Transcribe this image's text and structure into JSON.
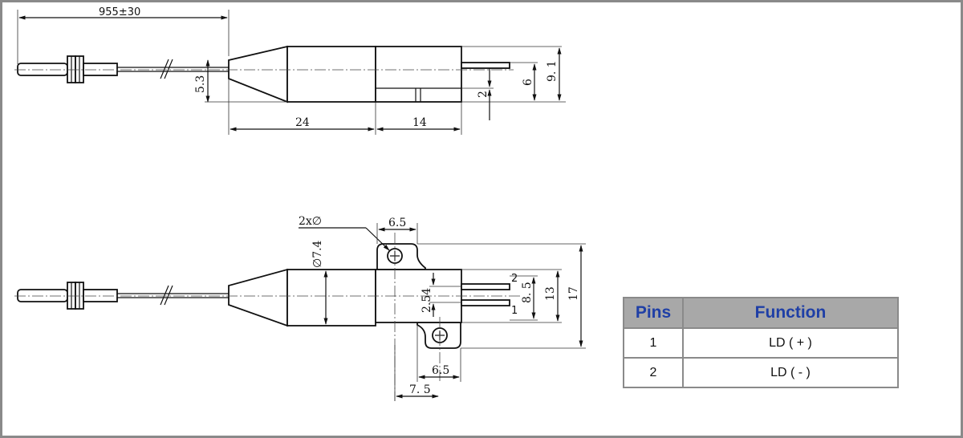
{
  "dimensions": {
    "fiber_length": "955±30",
    "top_height_offset": "5.3",
    "top_len_24": "24",
    "top_len_14": "14",
    "pin_spacing_2": "2",
    "pin_height_6": "6",
    "body_height_9_1": "9. 1",
    "hole_note": "2x∅",
    "hole_offset_top": "6.5",
    "diameter": "∅7.4",
    "pin_pitch": "2.54",
    "height_8_5": "8. 5",
    "height_13": "13",
    "height_17": "17",
    "hole_offset_bottom": "6.5",
    "width_7_5": "7. 5",
    "pin_label_1": "1",
    "pin_label_2": "2"
  },
  "pin_table": {
    "header_pins": "Pins",
    "header_function": "Function",
    "rows": [
      {
        "pin": "1",
        "function": "LD ( + )"
      },
      {
        "pin": "2",
        "function": "LD ( - )"
      }
    ]
  }
}
